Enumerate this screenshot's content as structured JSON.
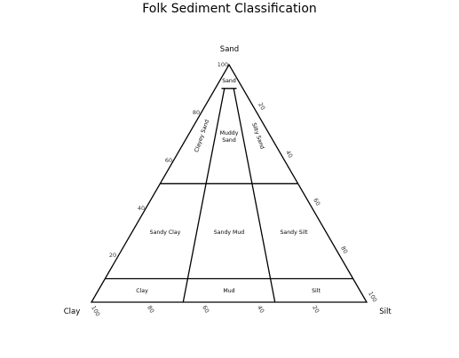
{
  "title": "Folk Sediment Classification",
  "vertices": {
    "top": "Sand",
    "left": "Clay",
    "right": "Silt"
  },
  "left_edge_ticks": [
    "100",
    "80",
    "60",
    "40",
    "20"
  ],
  "right_edge_ticks": [
    "20",
    "40",
    "60",
    "80",
    "100"
  ],
  "bottom_edge_ticks": [
    "100",
    "80",
    "60",
    "40",
    "20"
  ],
  "regions": [
    "Sand",
    "Clayey Sand",
    "Muddy Sand",
    "Silty Sand",
    "Sandy Clay",
    "Sandy Mud",
    "Sandy Silt",
    "Clay",
    "Mud",
    "Silt"
  ]
}
